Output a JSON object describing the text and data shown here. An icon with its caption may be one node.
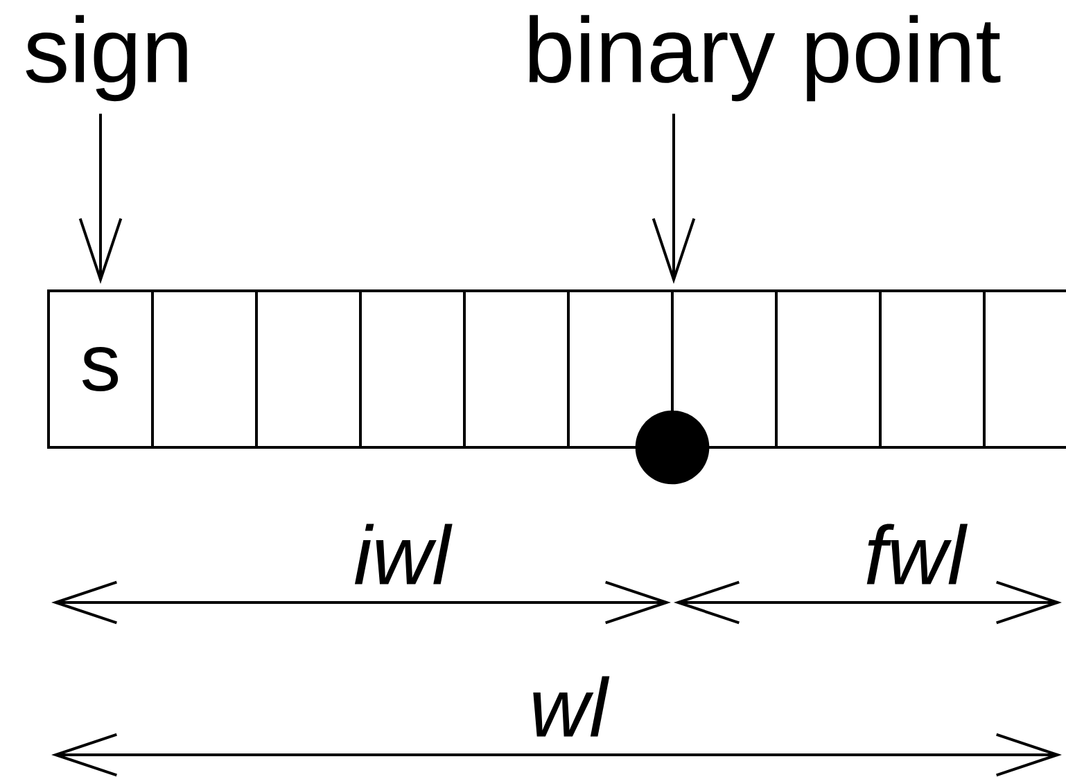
{
  "diagram": {
    "nodes": [
      {
        "text": [
          "sign"
        ]
      },
      {
        "text": [
          "binary point"
        ]
      },
      {
        "text": [
          "s"
        ]
      },
      {
        "text": [],
        "shape": "box"
      },
      {
        "text": [],
        "shape": "box"
      },
      {
        "text": [],
        "shape": "box"
      },
      {
        "text": [],
        "shape": "box"
      },
      {
        "text": [],
        "shape": "box"
      },
      {
        "text": [],
        "shape": "box"
      },
      {
        "text": [],
        "shape": "box"
      },
      {
        "text": [],
        "shape": "box"
      },
      {
        "text": [],
        "shape": "box"
      }
    ],
    "edges": [
      {
        "from": 0,
        "to": 2,
        "arrow": "to"
      },
      {
        "from": 1,
        "to": 7,
        "arrow": "to"
      }
    ],
    "labels": [
      "iwl",
      "fwl",
      "wl"
    ]
  }
}
